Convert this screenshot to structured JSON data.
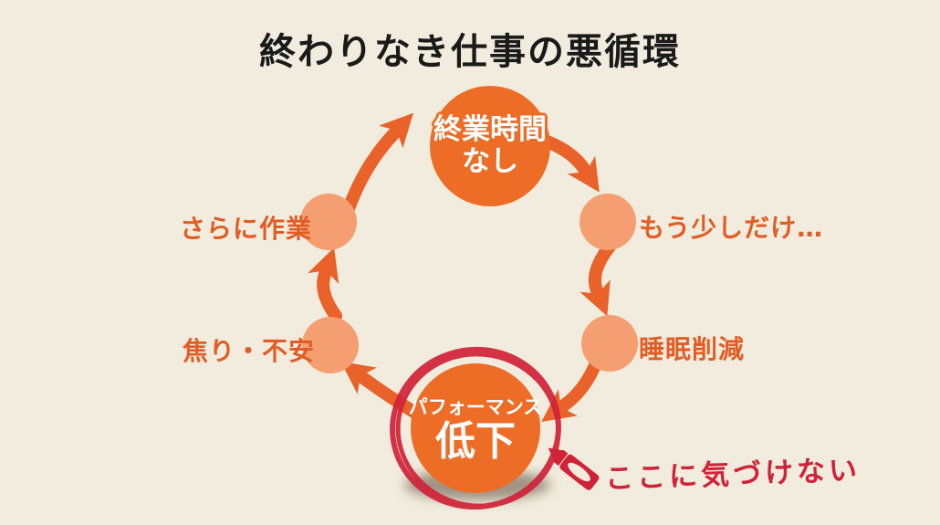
{
  "title": "終わりなき仕事の悪循環",
  "diagram": {
    "nodes": {
      "no_end_time": {
        "line1": "終業時間",
        "line2": "なし"
      },
      "just_a_little_more": {
        "label": "もう少しだけ…"
      },
      "sleep_reduction": {
        "label": "睡眠削減"
      },
      "performance_drop": {
        "line1": "パフォーマンス",
        "line2": "低下"
      },
      "anxiety": {
        "label": "焦り・不安"
      },
      "more_work": {
        "label": "さらに作業"
      }
    }
  },
  "annotation": {
    "text": "ここに気づけない",
    "icon": "crayon-icon"
  },
  "colors": {
    "background": "#f1ecdd",
    "circle_orange": "#ed6c26",
    "circle_light": "#f59e71",
    "arrow_orange": "#e8622a",
    "label_orange": "#e25d25",
    "accent_red": "#d02338",
    "title_color": "#1a1a1a"
  }
}
